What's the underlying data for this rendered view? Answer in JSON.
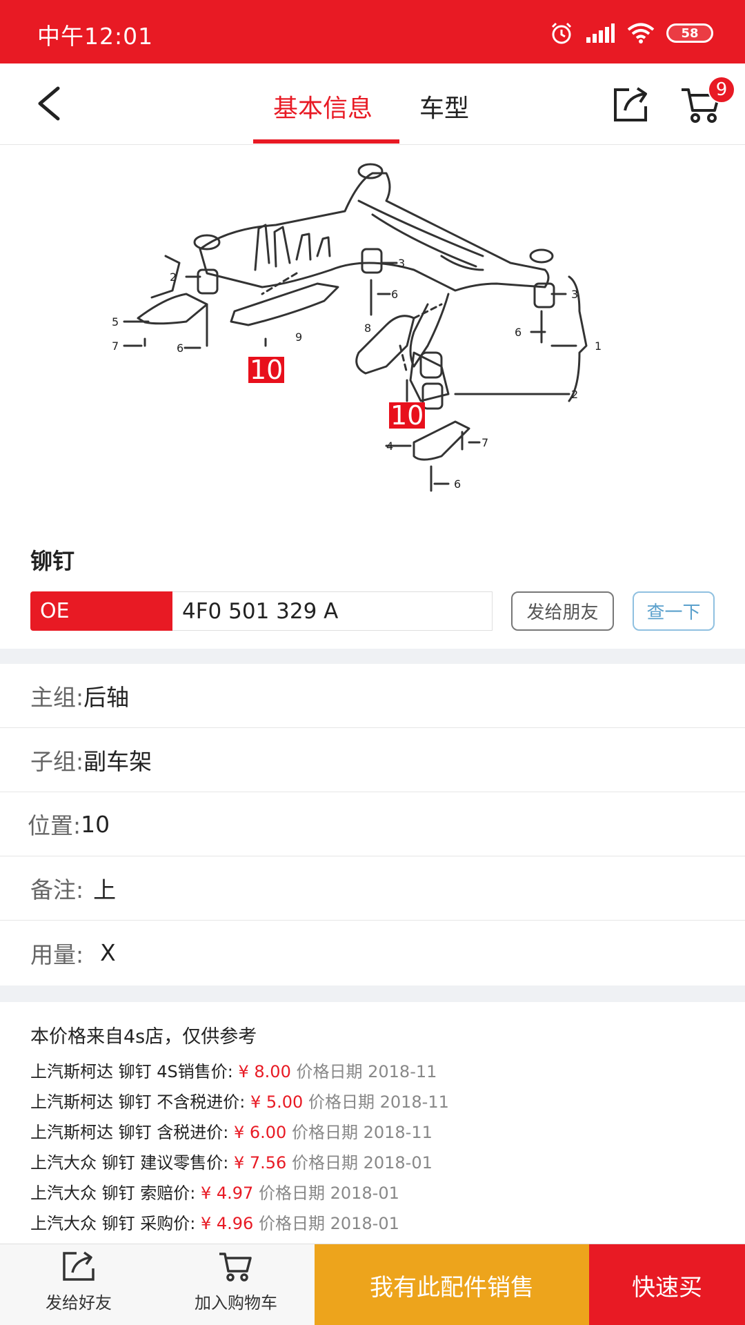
{
  "status_bar": {
    "time": "中午12:01",
    "battery": "58",
    "icons": [
      "alarm-icon",
      "signal-icon",
      "wifi-icon",
      "battery-icon"
    ]
  },
  "nav": {
    "tabs": [
      {
        "label": "基本信息",
        "active": true
      },
      {
        "label": "车型",
        "active": false
      }
    ],
    "cart_badge": "9"
  },
  "diagram": {
    "callout_tags": [
      "10",
      "10"
    ],
    "part_labels": [
      "2",
      "3",
      "6",
      "5",
      "7",
      "6",
      "9",
      "8",
      "3",
      "6",
      "1",
      "2",
      "4",
      "7",
      "6"
    ]
  },
  "part": {
    "name": "铆钉",
    "oe_label": "OE",
    "oe_number": "4F0 501 329 A",
    "send_label": "发给朋友",
    "lookup_label": "查一下"
  },
  "info": [
    {
      "key": "主组:",
      "value": "后轴"
    },
    {
      "key": "子组:",
      "value": "副车架"
    },
    {
      "key": "位置:",
      "value": "10"
    },
    {
      "key": "备注:",
      "value": "上"
    },
    {
      "key": "用量:",
      "value": "X"
    }
  ],
  "prices": {
    "header": "本价格来自4s店，仅供参考",
    "lines": [
      {
        "label": "上汽斯柯达 铆钉 4S销售价:",
        "price": "¥ 8.00",
        "date": "价格日期 2018-11"
      },
      {
        "label": "上汽斯柯达 铆钉 不含税进价:",
        "price": "¥ 5.00",
        "date": "价格日期 2018-11"
      },
      {
        "label": "上汽斯柯达 铆钉 含税进价:",
        "price": "¥ 6.00",
        "date": "价格日期 2018-11"
      },
      {
        "label": "上汽大众 铆钉 建议零售价:",
        "price": "¥ 7.56",
        "date": "价格日期 2018-01"
      },
      {
        "label": "上汽大众 铆钉 索赔价:",
        "price": "¥ 4.97",
        "date": "价格日期 2018-01"
      },
      {
        "label": "上汽大众 铆钉 采购价:",
        "price": "¥ 4.96",
        "date": "价格日期 2018-01"
      }
    ]
  },
  "bottom_bar": {
    "share_label": "发给好友",
    "cart_label": "加入购物车",
    "sell_label": "我有此配件销售",
    "buy_label": "快速买"
  },
  "colors": {
    "brand_red": "#e81a24",
    "sell_orange": "#eda41c"
  }
}
